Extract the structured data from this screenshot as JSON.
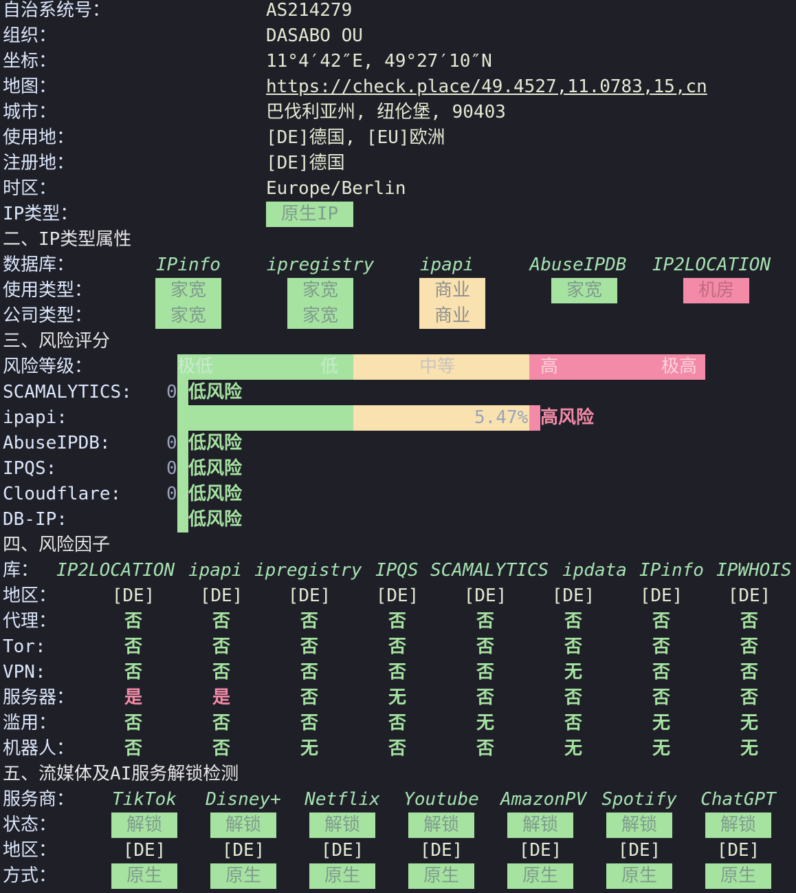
{
  "basic": {
    "asn_label": "自治系统号：",
    "asn": "AS214279",
    "org_label": "组织：",
    "org": "DASABO OU",
    "coord_label": "坐标：",
    "coord": "11°4′42″E, 49°27′10″N",
    "map_label": "地图：",
    "map_url": "https://check.place/49.4527,11.0783,15,cn",
    "city_label": "城市：",
    "city": "巴伐利亚州, 纽伦堡, 90403",
    "use_label": "使用地：",
    "use": "[DE]德国, [EU]欧洲",
    "reg_label": "注册地：",
    "reg": "[DE]德国",
    "tz_label": "时区：",
    "tz": "Europe/Berlin",
    "iptype_label": "IP类型：",
    "iptype": "原生IP"
  },
  "section2": {
    "title": "二、IP类型属性",
    "db_label": "数据库：",
    "dbs": [
      "IPinfo",
      "ipregistry",
      "ipapi",
      "AbuseIPDB",
      "IP2LOCATION"
    ],
    "usage_label": "使用类型：",
    "usage": [
      "家宽",
      "家宽",
      "商业",
      "家宽",
      "机房"
    ],
    "company_label": "公司类型：",
    "company": [
      "家宽",
      "家宽",
      "商业"
    ]
  },
  "section3": {
    "title": "三、风险评分",
    "level_label": "风险等级：",
    "levels": [
      "极低",
      "低",
      "中等",
      "高",
      "极高"
    ],
    "rows": [
      {
        "name": "SCAMALYTICS:",
        "score": "0",
        "verdict": "低风险"
      },
      {
        "name": "ipapi:",
        "score": "5.47%",
        "verdict": "高风险"
      },
      {
        "name": "AbuseIPDB:",
        "score": "0",
        "verdict": "低风险"
      },
      {
        "name": "IPQS:",
        "score": "0",
        "verdict": "低风险"
      },
      {
        "name": "Cloudflare:",
        "score": "0",
        "verdict": "低风险"
      },
      {
        "name": "DB-IP:",
        "score": "",
        "verdict": "低风险"
      }
    ],
    "ipapi_fill": 0.5
  },
  "section4": {
    "title": "四、风险因子",
    "lib_label": "库：",
    "libs": [
      "IP2LOCATION",
      "ipapi",
      "ipregistry",
      "IPQS",
      "SCAMALYTICS",
      "ipdata",
      "IPinfo",
      "IPWHOIS"
    ],
    "rows": [
      {
        "label": "地区：",
        "vals": [
          "[DE]",
          "[DE]",
          "[DE]",
          "[DE]",
          "[DE]",
          "[DE]",
          "[DE]",
          "[DE]"
        ]
      },
      {
        "label": "代理：",
        "vals": [
          "否",
          "否",
          "否",
          "否",
          "否",
          "否",
          "否",
          "否"
        ]
      },
      {
        "label": "Tor:",
        "vals": [
          "否",
          "否",
          "否",
          "否",
          "否",
          "否",
          "否",
          "否"
        ]
      },
      {
        "label": "VPN:",
        "vals": [
          "否",
          "否",
          "否",
          "否",
          "否",
          "无",
          "否",
          "否"
        ]
      },
      {
        "label": "服务器：",
        "vals": [
          "是",
          "是",
          "否",
          "无",
          "否",
          "否",
          "否",
          "否"
        ]
      },
      {
        "label": "滥用：",
        "vals": [
          "否",
          "否",
          "否",
          "否",
          "无",
          "否",
          "无",
          "无"
        ]
      },
      {
        "label": "机器人：",
        "vals": [
          "否",
          "否",
          "无",
          "否",
          "否",
          "无",
          "无",
          "无"
        ]
      }
    ]
  },
  "section5": {
    "title": "五、流媒体及AI服务解锁检测",
    "svc_label": "服务商：",
    "services": [
      "TikTok",
      "Disney+",
      "Netflix",
      "Youtube",
      "AmazonPV",
      "Spotify",
      "ChatGPT"
    ],
    "status_label": "状态：",
    "status": [
      "解锁",
      "解锁",
      "解锁",
      "解锁",
      "解锁",
      "解锁",
      "解锁"
    ],
    "region_label": "地区：",
    "region": [
      "[DE]",
      "[DE]",
      "[DE]",
      "[DE]",
      "[DE]",
      "[DE]",
      "[DE]"
    ],
    "method_label": "方式：",
    "method": [
      "原生",
      "原生",
      "原生",
      "原生",
      "原生",
      "原生",
      "原生"
    ]
  },
  "colors": {
    "green": "#a6e3a1",
    "yellow": "#f9e2af",
    "pink": "#f38ba8",
    "bg": "#1f1f28"
  }
}
